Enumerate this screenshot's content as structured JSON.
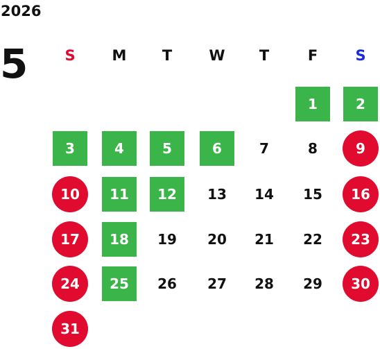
{
  "year": "2026",
  "month": "5",
  "weekdays": [
    "S",
    "M",
    "T",
    "W",
    "T",
    "F",
    "S"
  ],
  "weekday_colors": [
    "#e00b2e",
    "#111111",
    "#111111",
    "#111111",
    "#111111",
    "#111111",
    "#1a2bd8"
  ],
  "days": [
    {
      "day": "1",
      "col": 5,
      "row": 0,
      "style": "green"
    },
    {
      "day": "2",
      "col": 6,
      "row": 0,
      "style": "green"
    },
    {
      "day": "3",
      "col": 0,
      "row": 1,
      "style": "green"
    },
    {
      "day": "4",
      "col": 1,
      "row": 1,
      "style": "green"
    },
    {
      "day": "5",
      "col": 2,
      "row": 1,
      "style": "green"
    },
    {
      "day": "6",
      "col": 3,
      "row": 1,
      "style": "green"
    },
    {
      "day": "7",
      "col": 4,
      "row": 1,
      "style": "plain"
    },
    {
      "day": "8",
      "col": 5,
      "row": 1,
      "style": "plain"
    },
    {
      "day": "9",
      "col": 6,
      "row": 1,
      "style": "red"
    },
    {
      "day": "10",
      "col": 0,
      "row": 2,
      "style": "red"
    },
    {
      "day": "11",
      "col": 1,
      "row": 2,
      "style": "green"
    },
    {
      "day": "12",
      "col": 2,
      "row": 2,
      "style": "green"
    },
    {
      "day": "13",
      "col": 3,
      "row": 2,
      "style": "plain"
    },
    {
      "day": "14",
      "col": 4,
      "row": 2,
      "style": "plain"
    },
    {
      "day": "15",
      "col": 5,
      "row": 2,
      "style": "plain"
    },
    {
      "day": "16",
      "col": 6,
      "row": 2,
      "style": "red"
    },
    {
      "day": "17",
      "col": 0,
      "row": 3,
      "style": "red"
    },
    {
      "day": "18",
      "col": 1,
      "row": 3,
      "style": "green"
    },
    {
      "day": "19",
      "col": 2,
      "row": 3,
      "style": "plain"
    },
    {
      "day": "20",
      "col": 3,
      "row": 3,
      "style": "plain"
    },
    {
      "day": "21",
      "col": 4,
      "row": 3,
      "style": "plain"
    },
    {
      "day": "22",
      "col": 5,
      "row": 3,
      "style": "plain"
    },
    {
      "day": "23",
      "col": 6,
      "row": 3,
      "style": "red"
    },
    {
      "day": "24",
      "col": 0,
      "row": 4,
      "style": "red"
    },
    {
      "day": "25",
      "col": 1,
      "row": 4,
      "style": "green"
    },
    {
      "day": "26",
      "col": 2,
      "row": 4,
      "style": "plain"
    },
    {
      "day": "27",
      "col": 3,
      "row": 4,
      "style": "plain"
    },
    {
      "day": "28",
      "col": 4,
      "row": 4,
      "style": "plain"
    },
    {
      "day": "29",
      "col": 5,
      "row": 4,
      "style": "plain"
    },
    {
      "day": "30",
      "col": 6,
      "row": 4,
      "style": "red"
    },
    {
      "day": "31",
      "col": 0,
      "row": 5,
      "style": "red"
    }
  ]
}
